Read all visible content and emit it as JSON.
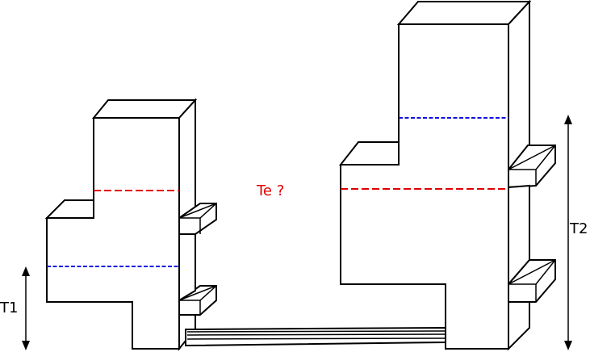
{
  "labels": {
    "t1": "T1",
    "t2": "T2",
    "te": "Te ?"
  },
  "colors": {
    "hot_level": "#e00000",
    "cold_level": "#1010e0",
    "question_text": "#e00000",
    "outline": "#000000"
  }
}
